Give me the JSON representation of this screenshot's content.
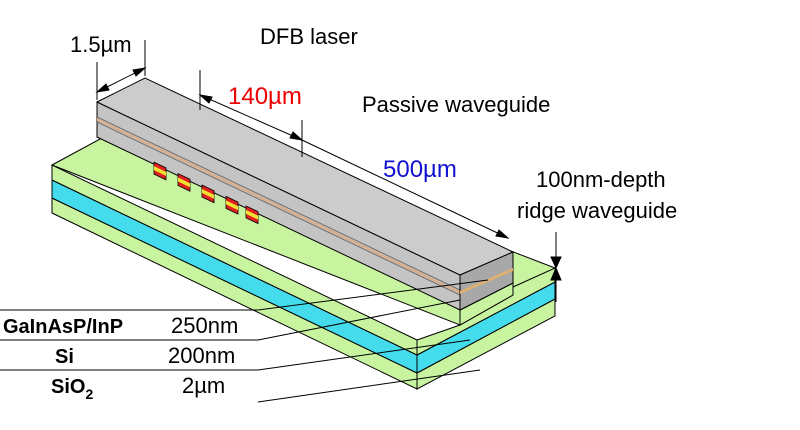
{
  "colors": {
    "sio2": "#c8f4a0",
    "si": "#44dcec",
    "inp_top": "#c8c8c8",
    "inp_side": "#a8a8a8",
    "grating_red": "#e02020",
    "grating_yellow": "#f0e030",
    "highlight_red": "#ee0000",
    "highlight_blue": "#1010d0",
    "line": "#000000"
  },
  "labels": {
    "width": "1.5µm",
    "dfb_laser": "DFB laser",
    "dfb_length": "140µm",
    "passive_waveguide": "Passive waveguide",
    "passive_length": "500µm",
    "ridge_depth": "100nm-depth",
    "ridge_waveguide": "ridge waveguide"
  },
  "layers": [
    {
      "material": "GaInAsP/InP",
      "thickness": "250nm"
    },
    {
      "material": "Si",
      "thickness": "200nm"
    },
    {
      "material": "SiO",
      "subscript": "2",
      "thickness": "2µm"
    }
  ]
}
